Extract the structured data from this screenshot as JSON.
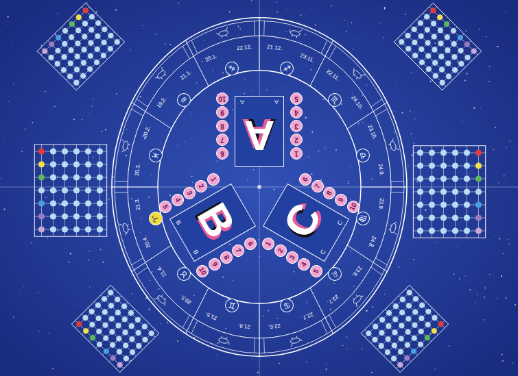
{
  "diagram": {
    "nodes": [
      {
        "text": [
          "A",
          "A",
          "A"
        ]
      },
      {
        "text": [
          "1"
        ]
      },
      {
        "text": [
          "2"
        ]
      },
      {
        "text": [
          "3"
        ]
      },
      {
        "text": [
          "4"
        ]
      },
      {
        "text": [
          "5"
        ]
      },
      {
        "text": [
          "6"
        ]
      },
      {
        "text": [
          "7"
        ]
      },
      {
        "text": [
          "8"
        ]
      },
      {
        "text": [
          "9"
        ]
      },
      {
        "text": [
          "10"
        ]
      },
      {
        "text": [
          "B",
          "B",
          "B"
        ]
      },
      {
        "text": [
          "1"
        ]
      },
      {
        "text": [
          "2"
        ]
      },
      {
        "text": [
          "3"
        ]
      },
      {
        "text": [
          "4"
        ]
      },
      {
        "text": [
          "5"
        ]
      },
      {
        "text": [
          "6"
        ]
      },
      {
        "text": [
          "7"
        ]
      },
      {
        "text": [
          "8"
        ]
      },
      {
        "text": [
          "9"
        ]
      },
      {
        "text": [
          "10"
        ]
      },
      {
        "text": [
          "C",
          "C",
          "C"
        ]
      },
      {
        "text": [
          "1"
        ]
      },
      {
        "text": [
          "2"
        ]
      },
      {
        "text": [
          "3"
        ]
      },
      {
        "text": [
          "4"
        ]
      },
      {
        "text": [
          "5"
        ]
      },
      {
        "text": [
          "6"
        ]
      },
      {
        "text": [
          "7"
        ]
      },
      {
        "text": [
          "8"
        ]
      },
      {
        "text": [
          "9"
        ]
      },
      {
        "text": [
          "10"
        ]
      },
      {
        "text": [
          "♐"
        ]
      },
      {
        "text": [
          "♏"
        ]
      },
      {
        "text": [
          "♎"
        ]
      },
      {
        "text": [
          "♍"
        ]
      },
      {
        "text": [
          "♌"
        ]
      },
      {
        "text": [
          "♋"
        ]
      },
      {
        "text": [
          "♊"
        ]
      },
      {
        "text": [
          "♉"
        ]
      },
      {
        "text": [
          "♈"
        ]
      },
      {
        "text": [
          "♓"
        ]
      },
      {
        "text": [
          "♒"
        ]
      },
      {
        "text": [
          "♑"
        ]
      }
    ],
    "labels": [
      "21.12.",
      "23.11.",
      "22.11.",
      "24.10.",
      "23.10.",
      "24.9.",
      "23.9.",
      "24.8.",
      "23.8.",
      "23.7.",
      "22.7.",
      "22.6.",
      "21.6.",
      "21.5.",
      "20.5.",
      "21.4.",
      "20.4.",
      "21.3.",
      "20.3.",
      "20.2.",
      "19.2.",
      "21.1.",
      "20.1.",
      "22.12."
    ]
  }
}
